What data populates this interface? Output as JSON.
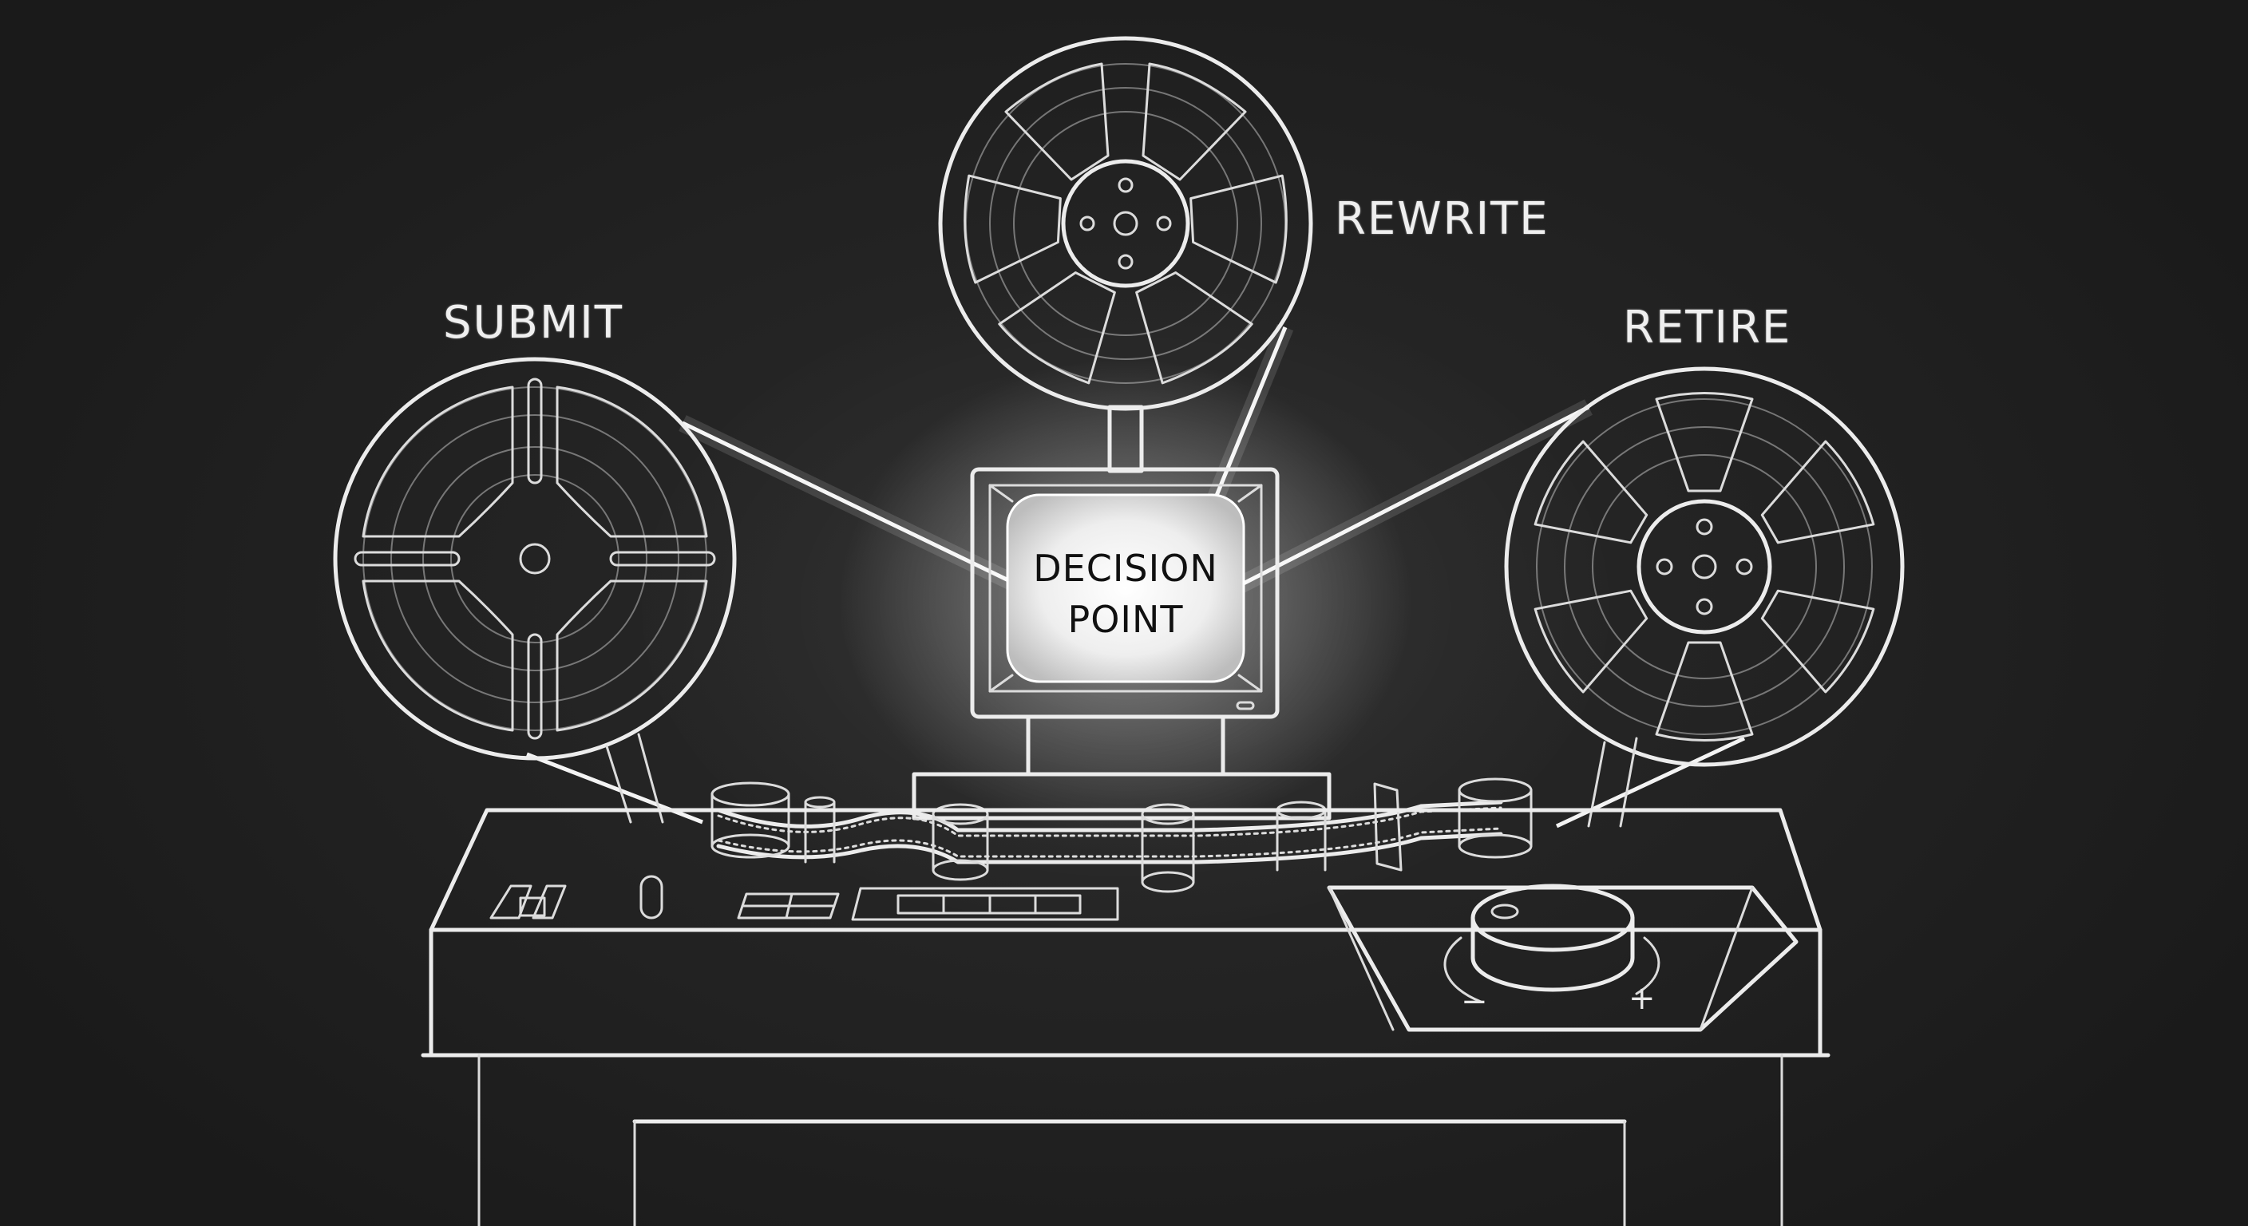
{
  "scene": {
    "title": "Film editing console decision diagram",
    "background_color": "#1e1e1e",
    "chalk_color": "#ececec",
    "screen_glow_color": "#f2f2f2"
  },
  "labels": {
    "submit": "SUBMIT",
    "rewrite": "REWRITE",
    "retire": "RETIRE"
  },
  "screen": {
    "line1": "DECISION",
    "line2": "POINT"
  },
  "reels": [
    {
      "name": "submit-reel",
      "label": "SUBMIT",
      "spokes": 4,
      "position": "left"
    },
    {
      "name": "rewrite-reel",
      "label": "REWRITE",
      "spokes": 6,
      "position": "top"
    },
    {
      "name": "retire-reel",
      "label": "RETIRE",
      "spokes": 6,
      "position": "right"
    }
  ],
  "dial": {
    "minus": "−",
    "plus": "+"
  }
}
